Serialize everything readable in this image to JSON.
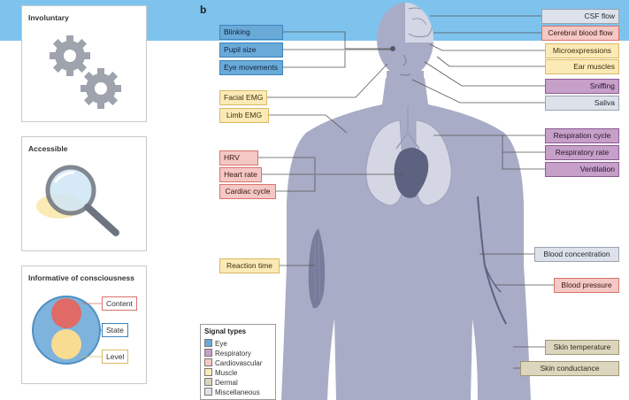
{
  "colors": {
    "eye": "#6aaad9",
    "respiratory": "#c6a0c8",
    "cardiovascular": "#f4c8c4",
    "muscle": "#fbeab6",
    "dermal": "#dcd6bf",
    "miscellaneous": "#dde2ea",
    "body": "#a9acc6",
    "top_band": "#7ec3ee"
  },
  "panel_a": {
    "involuntary": {
      "title": "Involuntary",
      "icon": "gears-icon"
    },
    "accessible": {
      "title": "Accessible",
      "icon": "magnifying-glass-icon"
    },
    "informative": {
      "title": "Informative of consciousness",
      "labels": {
        "content": "Content",
        "state": "State",
        "level": "Level"
      }
    }
  },
  "panel_b": {
    "letter": "b",
    "labels": {
      "blinking": "Blinking",
      "pupil_size": "Pupil size",
      "eye_movements": "Eye movements",
      "facial_emg": "Facial EMG",
      "limb_emg": "Limb EMG",
      "hrv": "HRV",
      "heart_rate": "Heart rate",
      "cardiac_cycle": "Cardiac cycle",
      "reaction_time": "Reaction time",
      "csf_flow": "CSF flow",
      "cerebral_blood_flow": "Cerebral blood flow",
      "microexpressions": "Microexpressions",
      "ear_muscles": "Ear muscles",
      "sniffing": "Sniffing",
      "saliva": "Saliva",
      "respiration_cycle": "Respiration cycle",
      "respiratory_rate": "Respiratory rate",
      "ventilation": "Ventilation",
      "blood_concentration": "Blood concentration",
      "blood_pressure": "Blood pressure",
      "skin_temperature": "Skin temperature",
      "skin_conductance": "Skin conductance"
    },
    "legend": {
      "title": "Signal types",
      "items": [
        {
          "label": "Eye",
          "color": "#6aaad9"
        },
        {
          "label": "Respiratory",
          "color": "#c6a0c8"
        },
        {
          "label": "Cardiovascular",
          "color": "#f4c8c4"
        },
        {
          "label": "Muscle",
          "color": "#fbeab6"
        },
        {
          "label": "Dermal",
          "color": "#dcd6bf"
        },
        {
          "label": "Miscellaneous",
          "color": "#dde2ea"
        }
      ]
    }
  }
}
